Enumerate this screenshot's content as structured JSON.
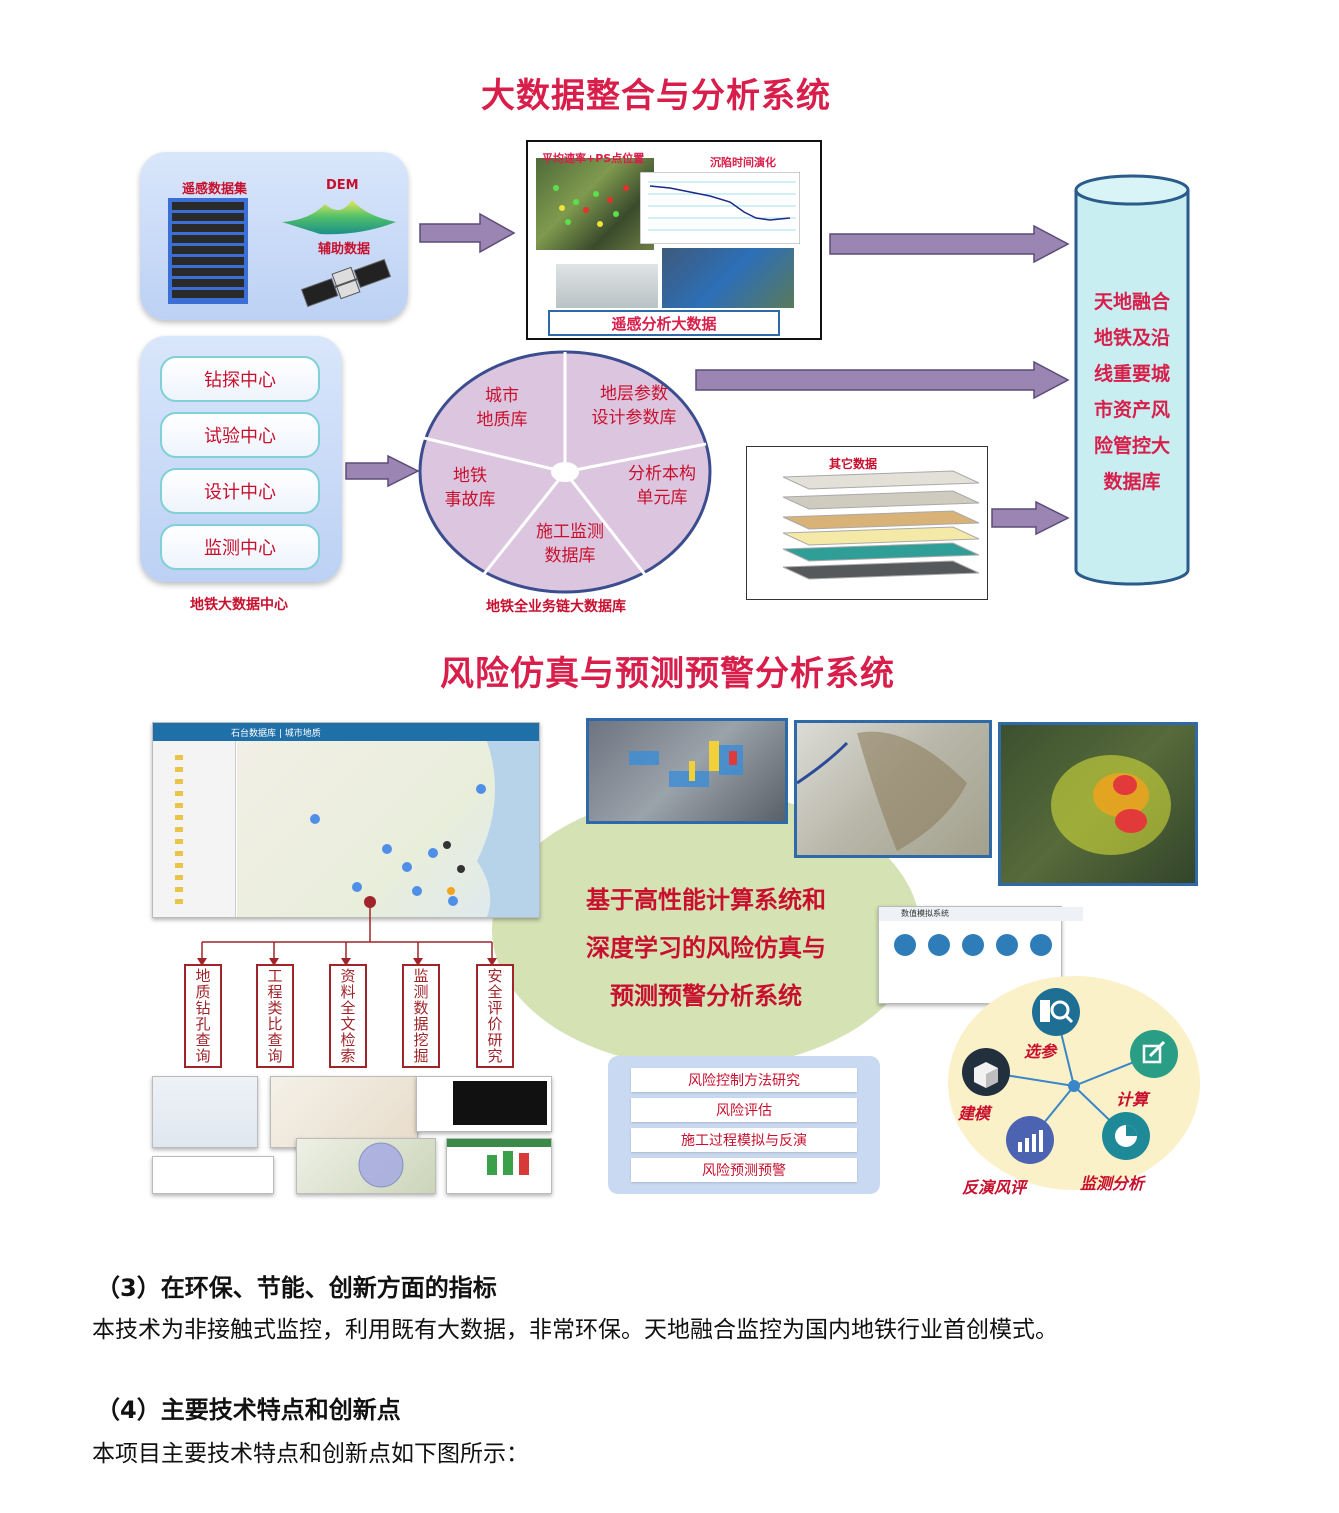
{
  "section1": {
    "title": "大数据整合与分析系统",
    "remote_panel": {
      "dataset_label": "遥感数据集",
      "dem_label": "DEM",
      "aux_label": "辅助数据"
    },
    "analysis_box": {
      "label1": "平均速率+PS点位置",
      "label2": "沉陷时间演化",
      "footer": "遥感分析大数据"
    },
    "centers": {
      "items": [
        "钻探中心",
        "试验中心",
        "设计中心",
        "监测中心"
      ],
      "caption": "地铁大数据中心"
    },
    "pie": {
      "segments": [
        {
          "line1": "城市",
          "line2": "地质库"
        },
        {
          "line1": "地层参数",
          "line2": "设计参数库"
        },
        {
          "line1": "分析本构",
          "line2": "单元库"
        },
        {
          "line1": "施工监测",
          "line2": "数据库"
        },
        {
          "line1": "地铁",
          "line2": "事故库"
        }
      ],
      "caption": "地铁全业务链大数据库"
    },
    "other_data_label": "其它数据",
    "cylinder_lines": [
      "天地融合",
      "地铁及沿",
      "线重要城",
      "市资产风",
      "险管控大",
      "数据库"
    ]
  },
  "section2": {
    "title": "风险仿真与预测预警分析系统",
    "map_header": "石台数据库 | 城市地质",
    "query_boxes": [
      "地质钻孔查询",
      "工程类比查询",
      "资料全文检索",
      "监测数据挖掘",
      "安全评价研究"
    ],
    "ellipse_lines": [
      "基于高性能计算系统和",
      "深度学习的风险仿真与",
      "预测预警分析系统"
    ],
    "risk_items": [
      "风险控制方法研究",
      "风险评估",
      "施工过程模拟与反演",
      "风险预测预警"
    ],
    "app_header": "数值模拟系统",
    "wheel": {
      "xuancan": "选参",
      "jisuan": "计算",
      "jianmo": "建模",
      "fanyan": "反演风评",
      "jiance": "监测分析"
    }
  },
  "text": {
    "heading3": "（3）在环保、节能、创新方面的指标",
    "para3": "本技术为非接触式监控，利用既有大数据，非常环保。天地融合监控为国内地铁行业首创模式。",
    "heading4": "（4）主要技术特点和创新点",
    "para4": "本项目主要技术特点和创新点如下图所示："
  },
  "colors": {
    "title_red": "#d81e4a",
    "accent_red": "#c8102e",
    "arrow_purple": "#9b86b3",
    "cylinder": "#c9eef2",
    "pie": "#dcc6df",
    "ellipse": "#d4e2b4"
  }
}
